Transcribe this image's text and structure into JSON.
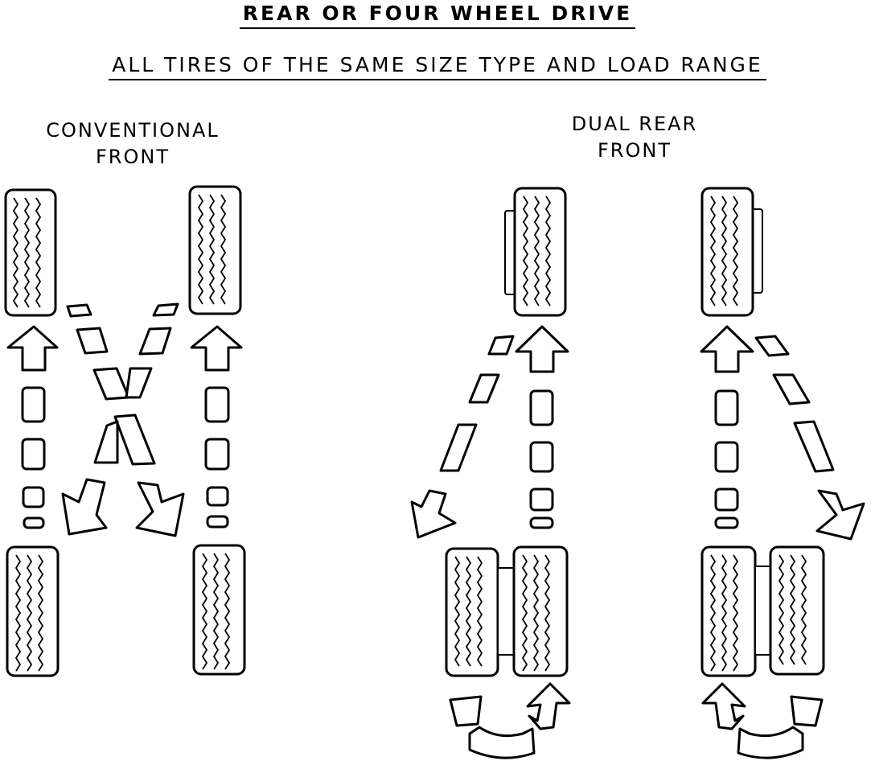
{
  "title": "REAR OR FOUR WHEEL DRIVE",
  "subtitle": "ALL TIRES OF THE SAME SIZE TYPE AND LOAD RANGE",
  "conventional": {
    "line1": "CONVENTIONAL",
    "line2": "FRONT"
  },
  "dual_rear": {
    "line1": "DUAL REAR",
    "line2": "FRONT"
  }
}
